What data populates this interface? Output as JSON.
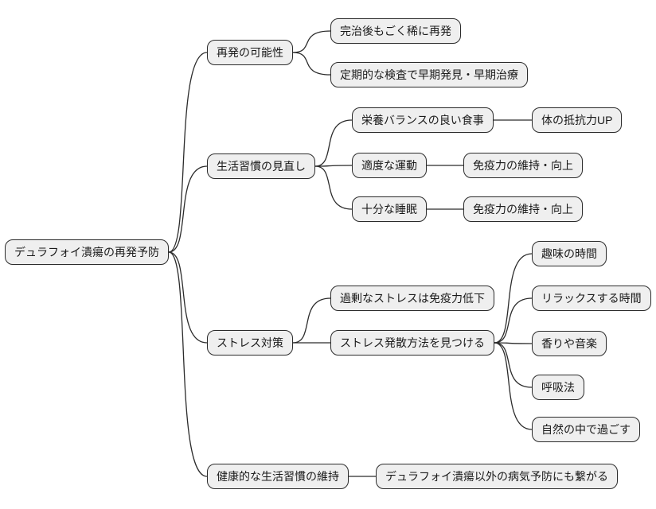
{
  "colors": {
    "background": "#ffffff",
    "node_fill": "#efefef",
    "node_border": "#2b2b2b",
    "connector": "#2b2b2b",
    "text": "#1a1a1a"
  },
  "mindmap": {
    "root": {
      "label": "デュラフォイ潰瘍の再発予防"
    },
    "branches": [
      {
        "label": "再発の可能性",
        "children": [
          {
            "label": "完治後もごく稀に再発"
          },
          {
            "label": "定期的な検査で早期発見・早期治療"
          }
        ]
      },
      {
        "label": "生活習慣の見直し",
        "children": [
          {
            "label": "栄養バランスの良い食事",
            "children": [
              {
                "label": "体の抵抗力UP"
              }
            ]
          },
          {
            "label": "適度な運動",
            "children": [
              {
                "label": "免疫力の維持・向上"
              }
            ]
          },
          {
            "label": "十分な睡眠",
            "children": [
              {
                "label": "免疫力の維持・向上"
              }
            ]
          }
        ]
      },
      {
        "label": "ストレス対策",
        "children": [
          {
            "label": "過剰なストレスは免疫力低下"
          },
          {
            "label": "ストレス発散方法を見つける",
            "children": [
              {
                "label": "趣味の時間"
              },
              {
                "label": "リラックスする時間"
              },
              {
                "label": "香りや音楽"
              },
              {
                "label": "呼吸法"
              },
              {
                "label": "自然の中で過ごす"
              }
            ]
          }
        ]
      },
      {
        "label": "健康的な生活習慣の維持",
        "children": [
          {
            "label": "デュラフォイ潰瘍以外の病気予防にも繋がる"
          }
        ]
      }
    ]
  }
}
